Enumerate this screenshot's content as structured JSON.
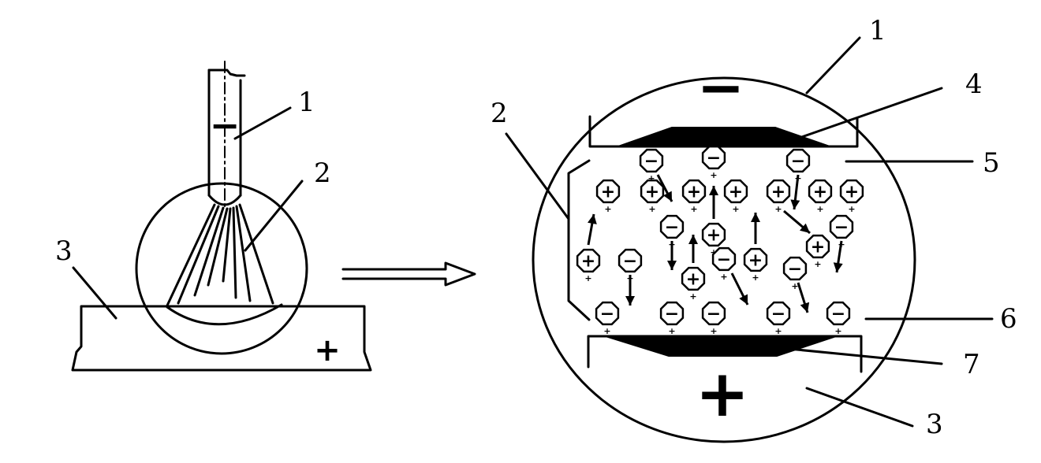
{
  "left_view": {
    "labels": {
      "electrode": "1",
      "arc": "2",
      "workpiece": "3"
    },
    "electrode_sign": "−",
    "workpiece_sign": "+"
  },
  "right_view": {
    "labels": {
      "cathode": "1",
      "cathode_zone_left": "2",
      "cathode_spot": "4",
      "cathode_region": "5",
      "anode_region": "6",
      "anode_spot": "7",
      "anode": "3"
    },
    "cathode_sign": "−",
    "anode_sign": "+",
    "positive_symbol": "+",
    "negative_symbol": "−",
    "charge_mark": "+"
  },
  "colors": {
    "ink": "#000000",
    "background": "#ffffff"
  }
}
